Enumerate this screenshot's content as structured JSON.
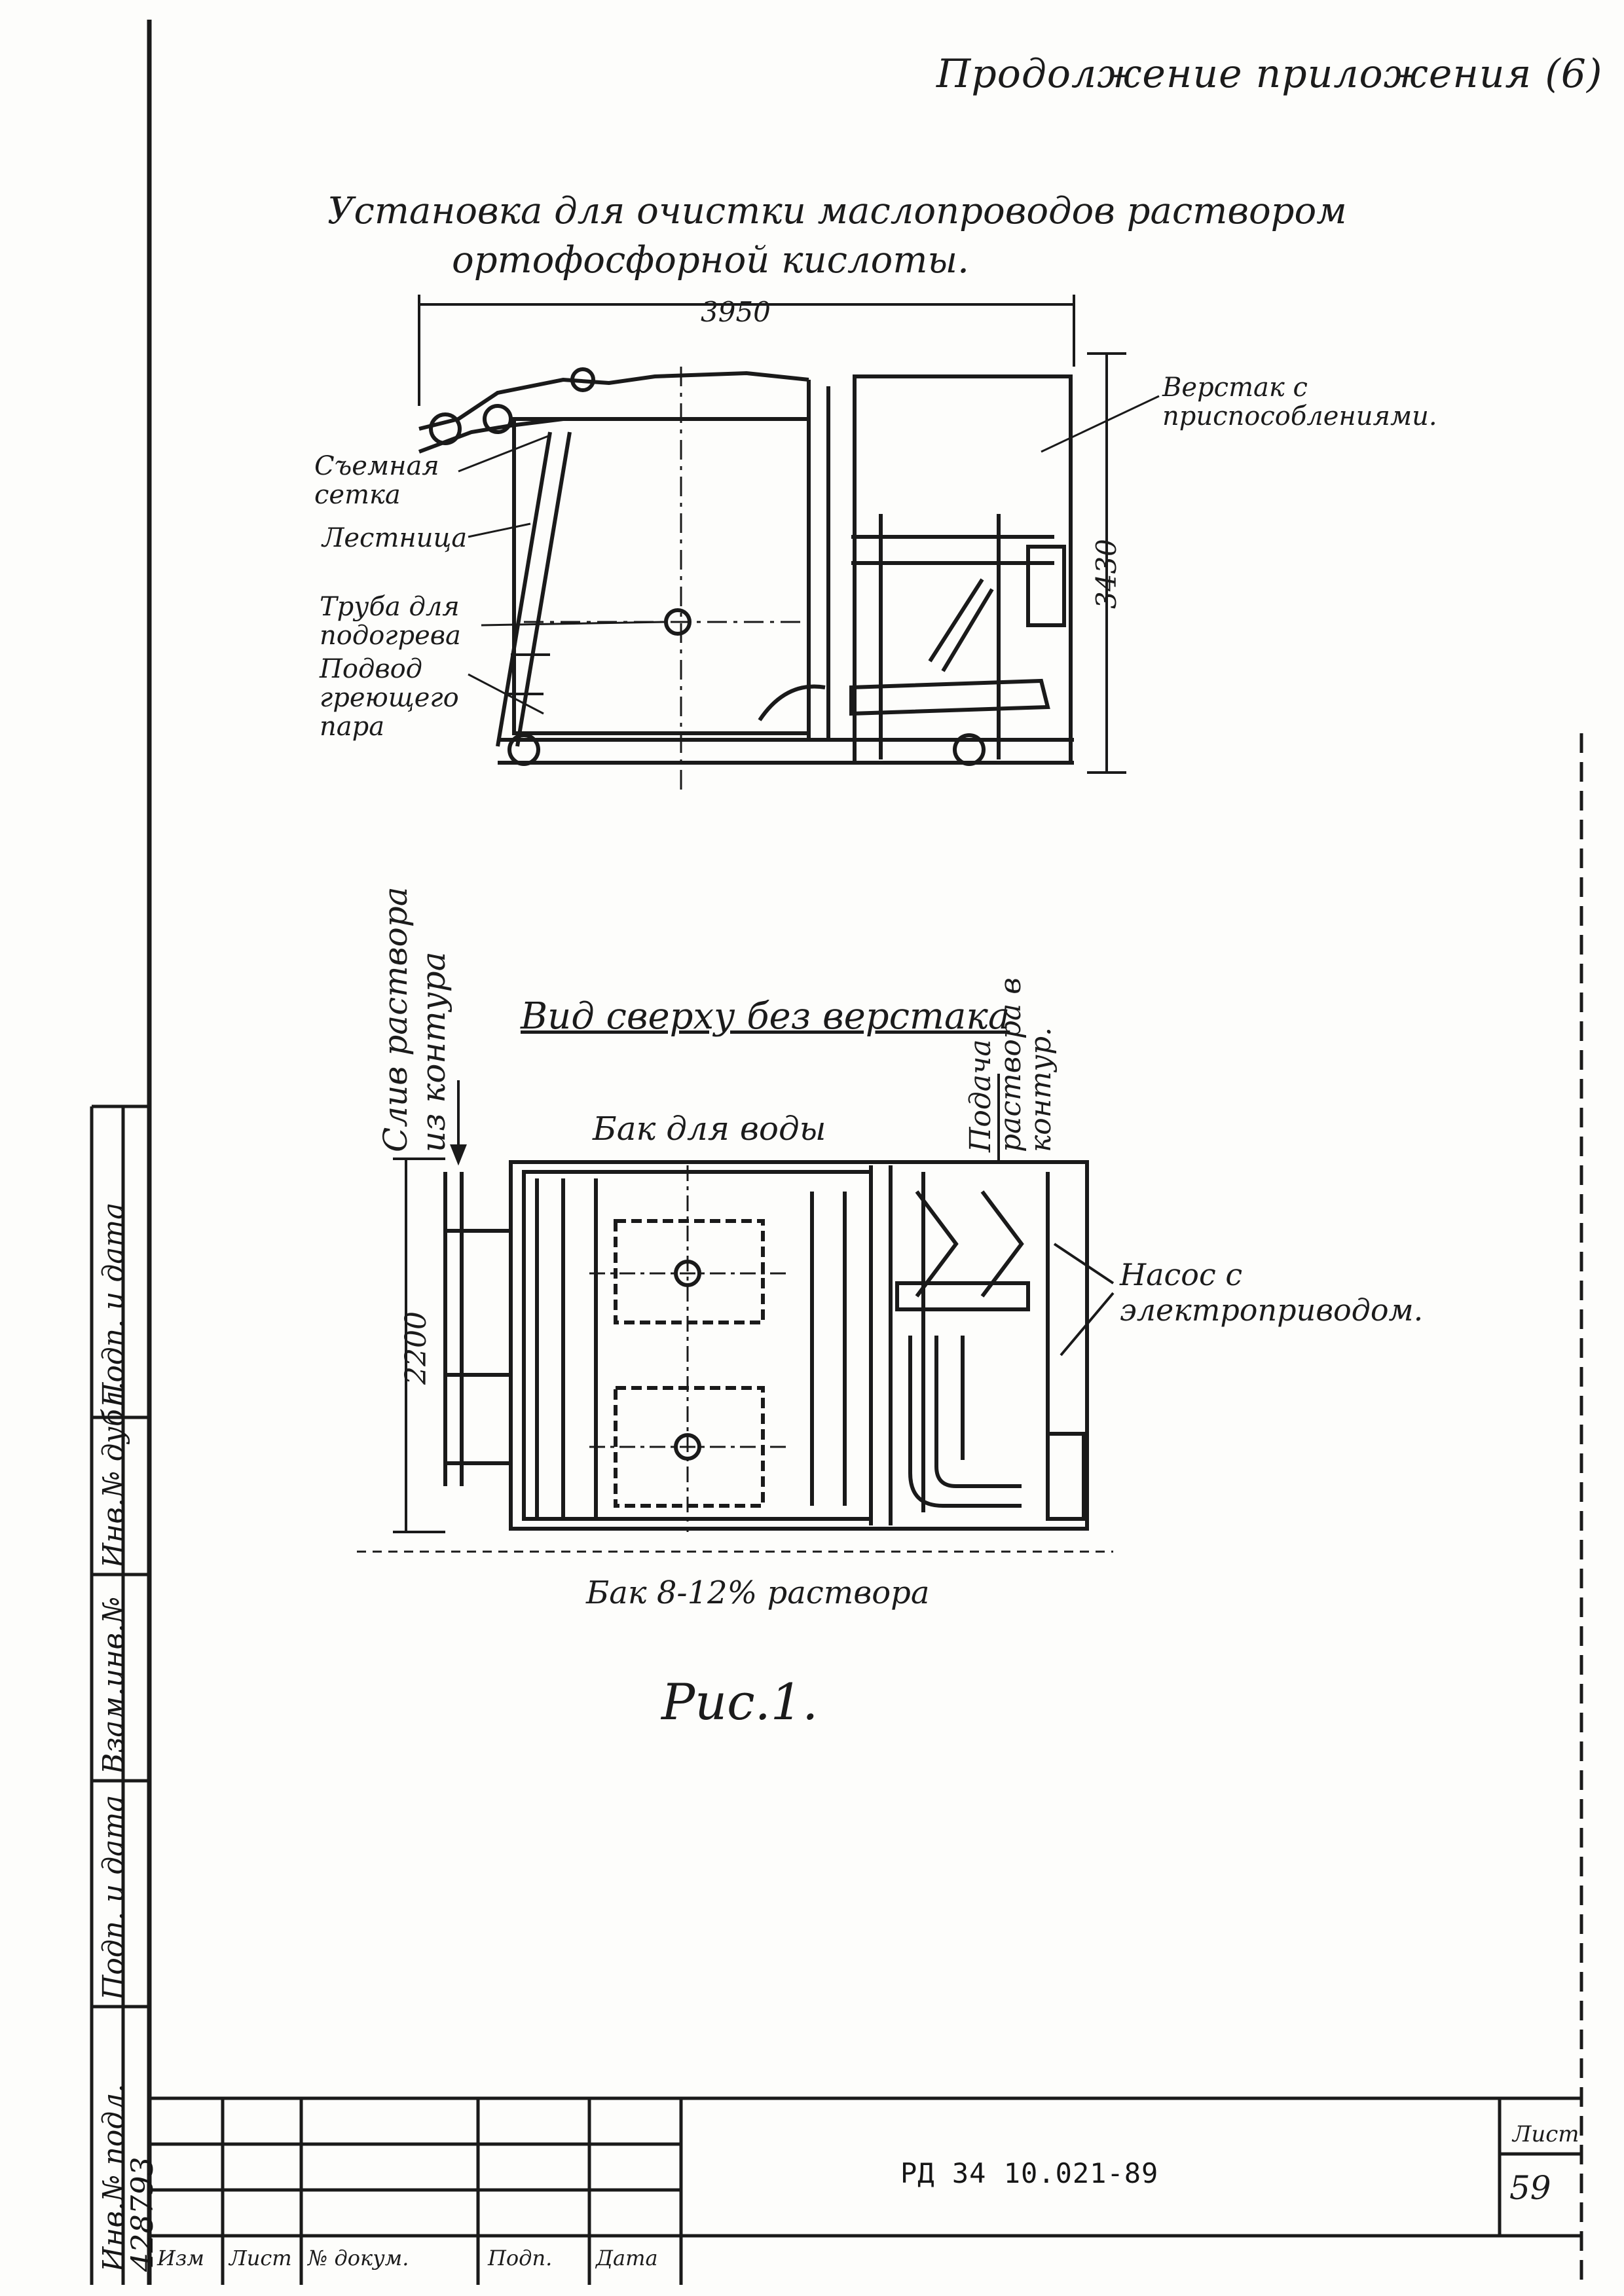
{
  "header_note": "Продолжение приложения (6)",
  "figure1": {
    "title_line1": "Установка для очистки маслопроводов раствором",
    "title_line2": "ортофосфорной кислоты.",
    "dim_width": "3950",
    "dim_height": "3430",
    "labels_left": [
      "Съемная сетка",
      "Лестница",
      "Труба для подогрева",
      "Подвод греющего пара"
    ],
    "label_right": "Верстак с приспособлениями."
  },
  "figure2": {
    "view_title": "Вид сверху без верстака",
    "tank_water": "Бак для воды",
    "drain_label": "Слив раствора из контура",
    "feed_label": "Подача раствора в контур.",
    "pump_label": "Насос с электроприводом.",
    "dim_2200": "2200",
    "tank_solution": "Бак 8-12% раствора"
  },
  "figure_caption": "Рис.1.",
  "margin_stamp": {
    "fields": [
      "Подп. и дата",
      "Инв.№ дубл.",
      "Взам.инв.№",
      "Подп. и дата",
      "Инв.№ подл."
    ],
    "inventory_number": "428793"
  },
  "title_block": {
    "document_code": "РД 34 10.021-89",
    "sheet_label": "Лист",
    "sheet_number": "59",
    "columns": [
      "Изм",
      "Лист",
      "№ докум.",
      "Подп.",
      "Дата"
    ]
  }
}
